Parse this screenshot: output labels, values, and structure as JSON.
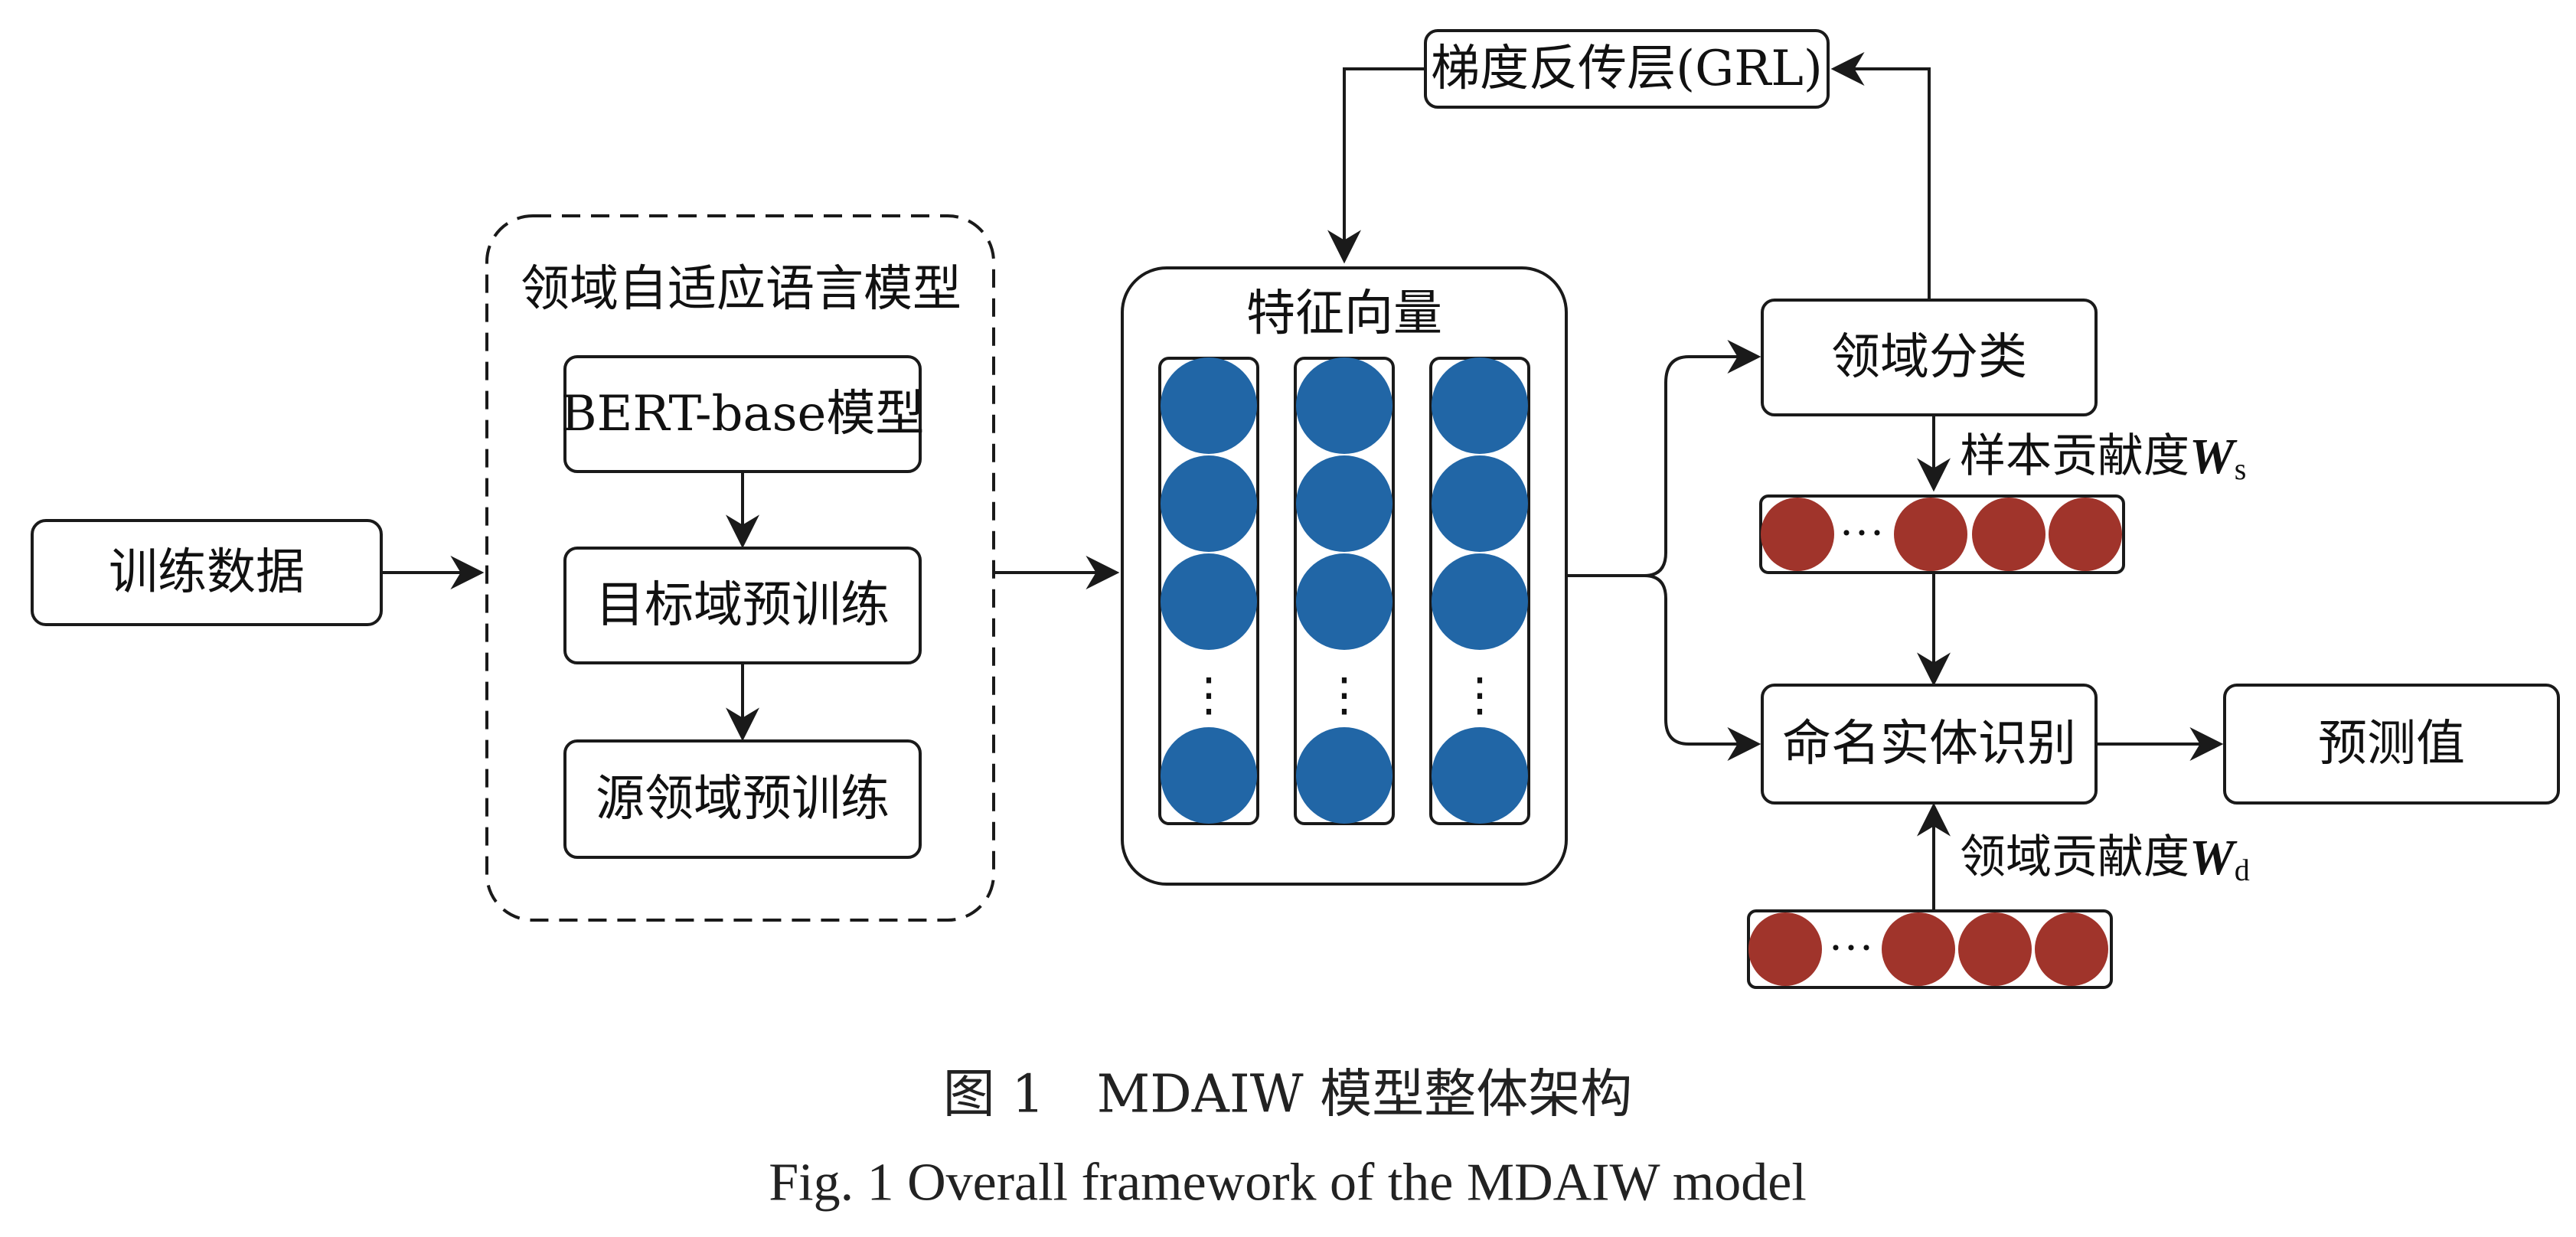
{
  "nodes": {
    "training_data": "训练数据",
    "domain_lm_group": "领域自适应语言模型",
    "bert_base": "BERT-base模型",
    "target_pretrain": "目标域预训练",
    "source_pretrain": "源领域预训练",
    "feature_vector": "特征向量",
    "grl": "梯度反传层(GRL)",
    "domain_classify": "领域分类",
    "ner": "命名实体识别",
    "prediction": "预测值"
  },
  "weights": {
    "sample_prefix": "样本贡献度",
    "sample_symbol": "W",
    "sample_sub": "s",
    "domain_prefix": "领域贡献度",
    "domain_symbol": "W",
    "domain_sub": "d"
  },
  "vector_ellipsis": "⋮",
  "row_ellipsis": "···",
  "caption": {
    "cn": "图 1　MDAIW 模型整体架构",
    "en": "Fig. 1  Overall framework of the MDAIW model"
  },
  "colors": {
    "blue_node": "#2166a6",
    "red_node": "#a0342b",
    "stroke": "#1a1a1a"
  }
}
